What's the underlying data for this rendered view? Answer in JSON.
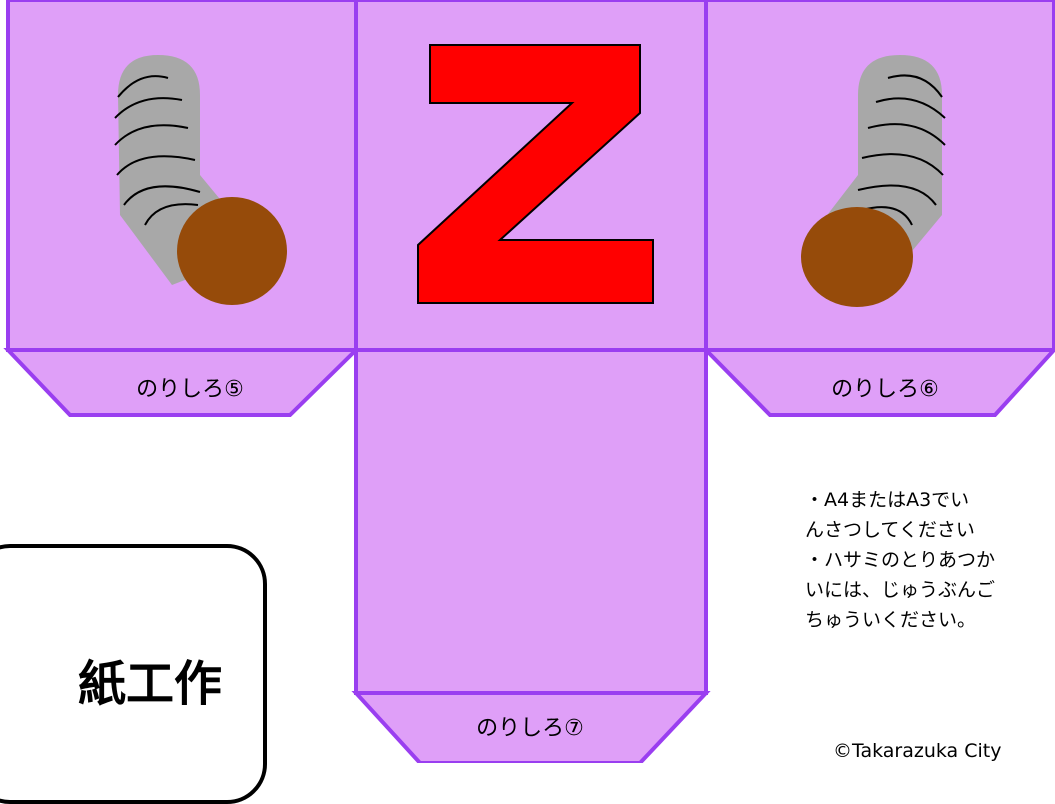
{
  "colors": {
    "panel_fill": "#df9ff8",
    "panel_stroke": "#9a3ef0",
    "letter_fill": "#ff0000",
    "larva_body": "#a8a8a8",
    "larva_head": "#964b0a"
  },
  "panels": {
    "center_letter": "Z"
  },
  "tabs": {
    "tab5": "のりしろ⑤",
    "tab6": "のりしろ⑥",
    "tab7": "のりしろ⑦"
  },
  "instructions": {
    "lines": [
      "・A4またはA3でい",
      "んさつしてください",
      "・ハサミのとりあつか",
      "いには、じゅうぶんご",
      "ちゅういください。"
    ]
  },
  "title": "紙工作",
  "copyright": "©Takarazuka City"
}
